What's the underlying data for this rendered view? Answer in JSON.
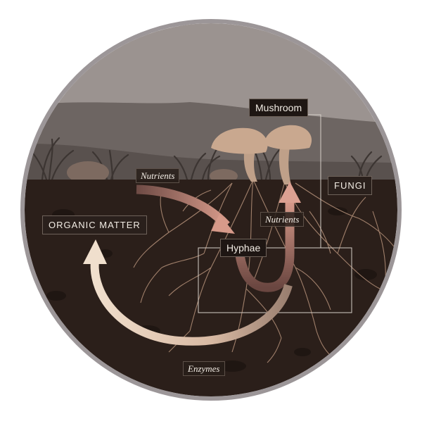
{
  "labels": {
    "mushroom": "Mushroom",
    "fungi": "FUNGI",
    "organic_matter": "ORGANIC MATTER",
    "hyphae": "Hyphae",
    "nutrients_top": "Nutrients",
    "nutrients_right": "Nutrients",
    "enzymes": "Enzymes"
  },
  "colors": {
    "sky": "#9b9390",
    "hill": "#6d6562",
    "soil": "#2b1f1a",
    "cap": "#c9a88f",
    "stem": "#bfa089",
    "roots": "#b5917a",
    "cycle_arrow": "#e7d2bf",
    "nutrient_arrow": "#c98c7d",
    "frame": "#9c9698"
  }
}
